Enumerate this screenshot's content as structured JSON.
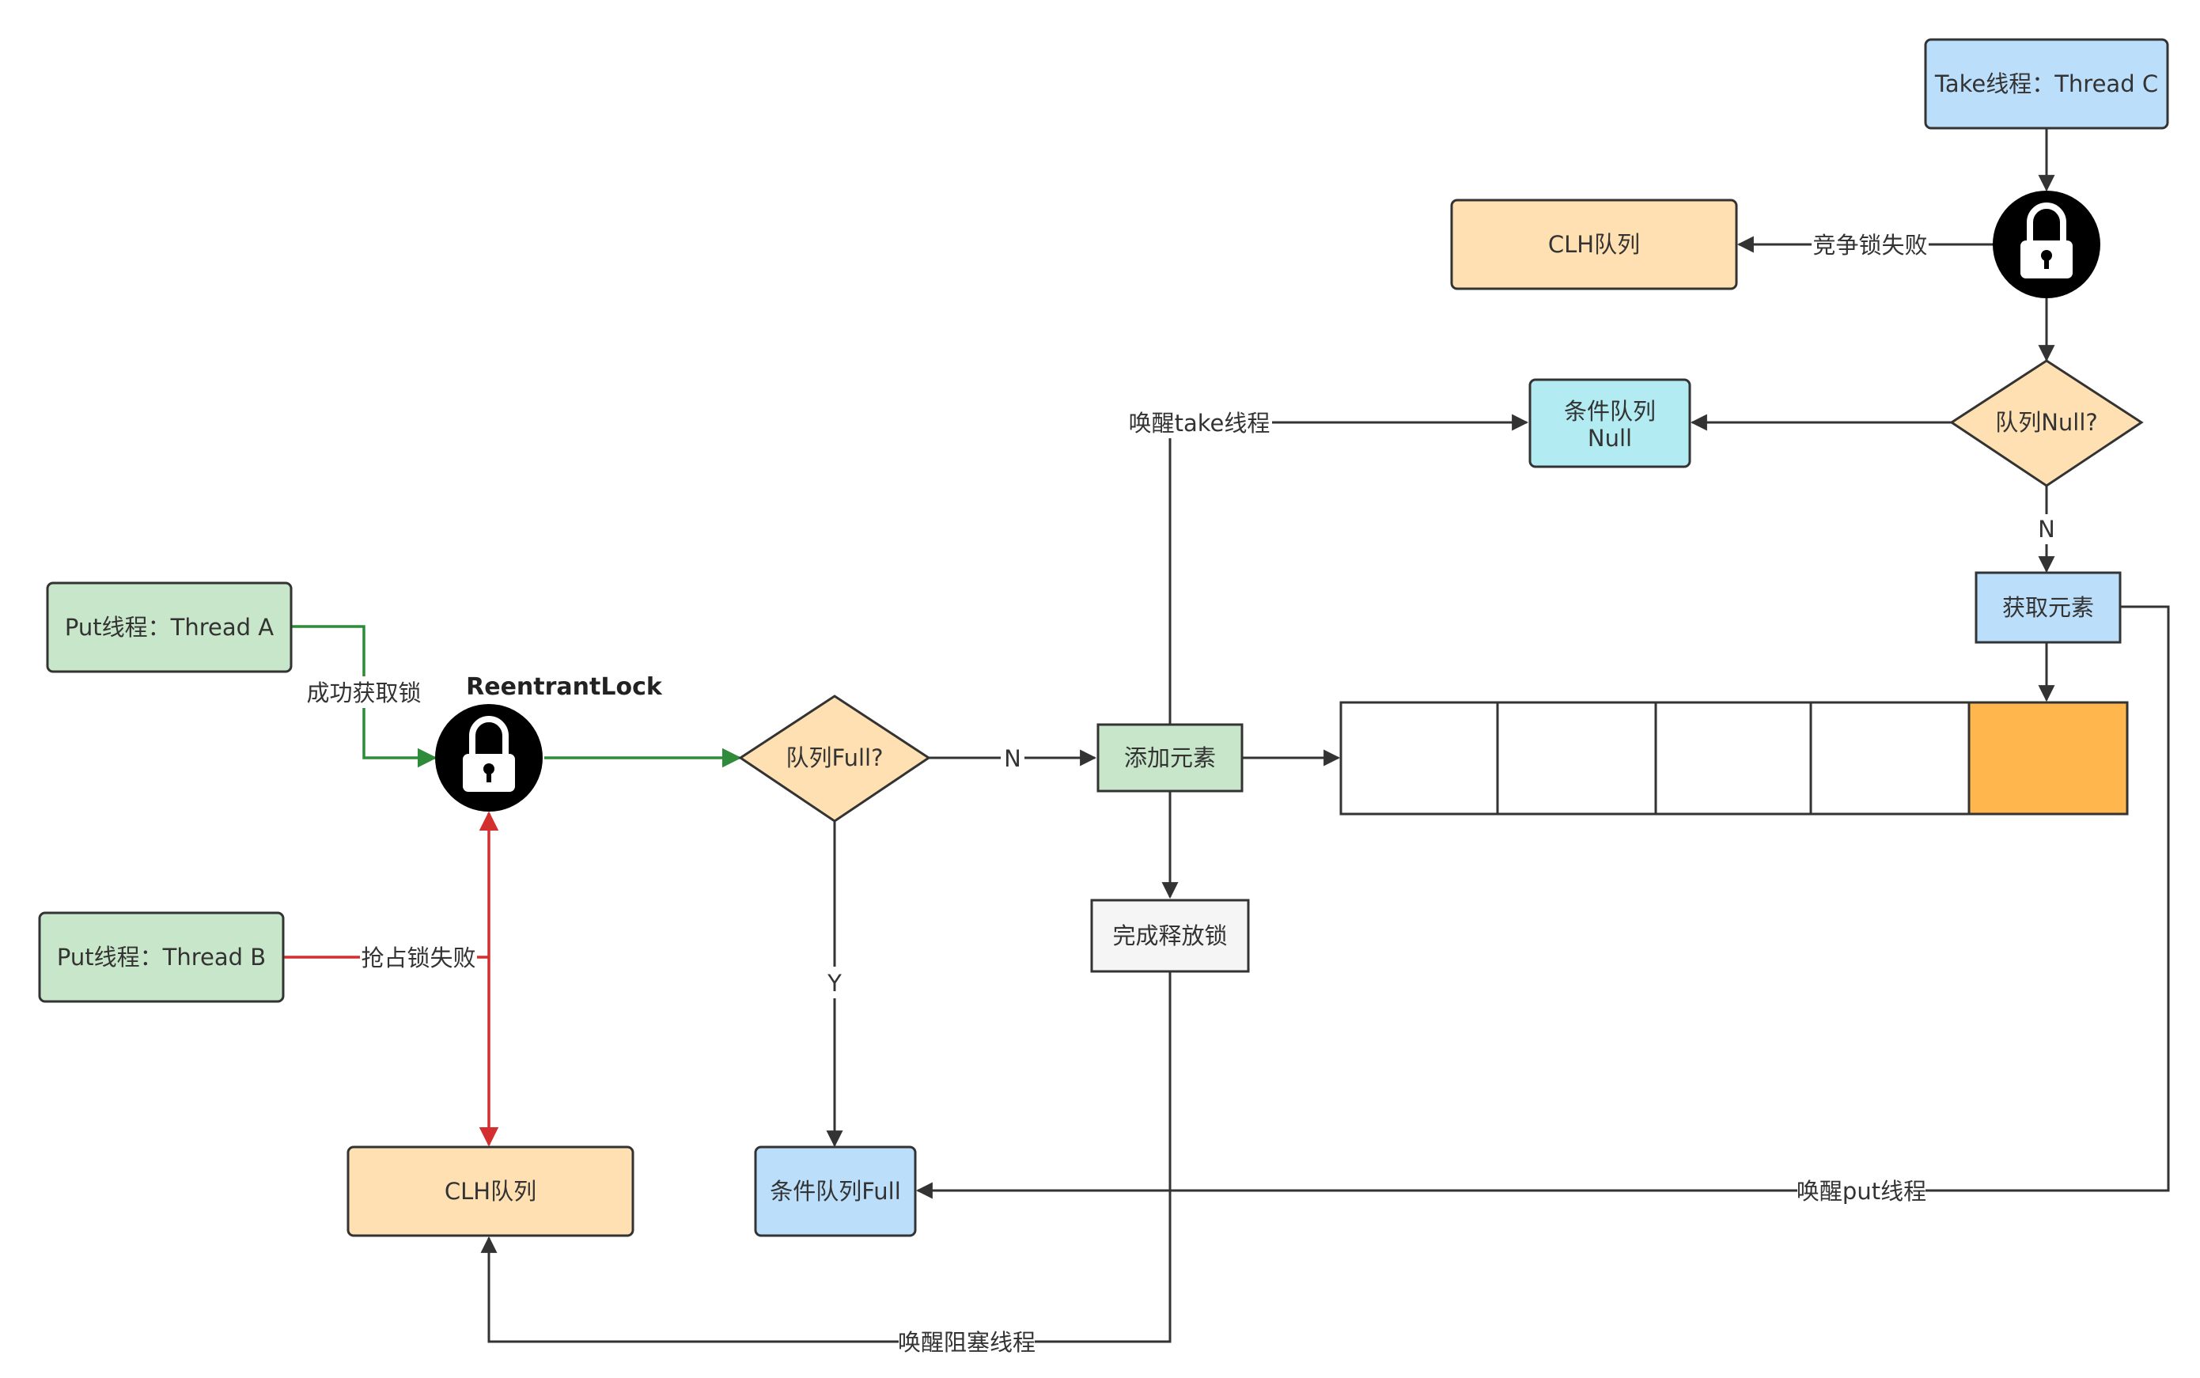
{
  "colors": {
    "green_fill": "#c8e6c9",
    "orange_fill": "#ffe0b2",
    "blue_fill": "#bbdefb",
    "cyan_fill": "#b2ebf2",
    "gray_fill": "#f5f5f5",
    "element_fill": "#ffb74d",
    "green_line": "#2e8b3a",
    "red_line": "#d32f2f",
    "dark_line": "#333333"
  },
  "lock_title": "ReentrantLock",
  "nodes": {
    "thread_a": "Put线程：Thread A",
    "thread_b": "Put线程：Thread B",
    "thread_c": "Take线程：Thread C",
    "clh_left": "CLH队列",
    "clh_right": "CLH队列",
    "queue_full_decision": "队列Full?",
    "queue_null_decision": "队列Null?",
    "add_element": "添加元素",
    "release_lock": "完成释放锁",
    "condition_full": "条件队列Full",
    "condition_null_line1": "条件队列",
    "condition_null_line2": "Null",
    "get_element": "获取元素"
  },
  "edge_labels": {
    "acquire_success": "成功获取锁",
    "acquire_fail": "抢占锁失败",
    "compete_fail": "竞争锁失败",
    "full_no": "N",
    "full_yes": "Y",
    "null_no": "N",
    "wake_take": "唤醒take线程",
    "wake_put": "唤醒put线程",
    "wake_blocked": "唤醒阻塞线程"
  },
  "queue_array": {
    "cells": 5,
    "filled_index": 4
  }
}
